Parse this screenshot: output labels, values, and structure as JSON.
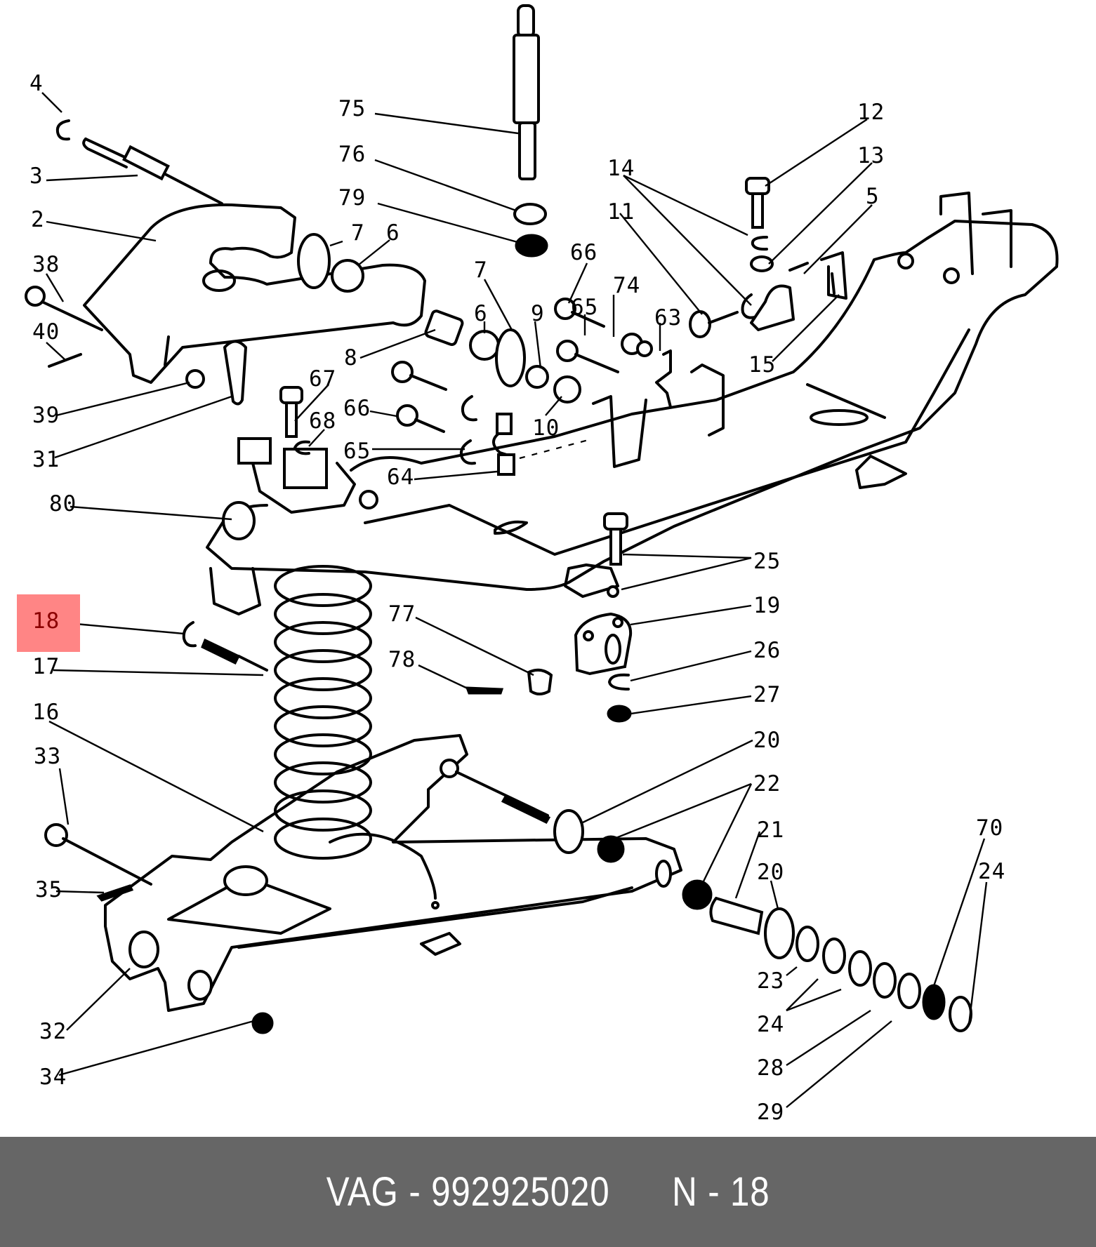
{
  "diagram": {
    "title": "Rear suspension exploded parts diagram",
    "highlighted_part": "18",
    "highlight_color": "#ff8585",
    "highlight_text_color": "#8b0000",
    "labels": [
      {
        "id": "4",
        "text": "4"
      },
      {
        "id": "3",
        "text": "3"
      },
      {
        "id": "2",
        "text": "2"
      },
      {
        "id": "38",
        "text": "38"
      },
      {
        "id": "40",
        "text": "40"
      },
      {
        "id": "39",
        "text": "39"
      },
      {
        "id": "31",
        "text": "31"
      },
      {
        "id": "80",
        "text": "80"
      },
      {
        "id": "18",
        "text": "18"
      },
      {
        "id": "17",
        "text": "17"
      },
      {
        "id": "16",
        "text": "16"
      },
      {
        "id": "33",
        "text": "33"
      },
      {
        "id": "35",
        "text": "35"
      },
      {
        "id": "32",
        "text": "32"
      },
      {
        "id": "34",
        "text": "34"
      },
      {
        "id": "75",
        "text": "75"
      },
      {
        "id": "76",
        "text": "76"
      },
      {
        "id": "79",
        "text": "79"
      },
      {
        "id": "7a",
        "text": "7"
      },
      {
        "id": "6a",
        "text": "6"
      },
      {
        "id": "7b",
        "text": "7"
      },
      {
        "id": "6b",
        "text": "6"
      },
      {
        "id": "8",
        "text": "8"
      },
      {
        "id": "9",
        "text": "9"
      },
      {
        "id": "10",
        "text": "10"
      },
      {
        "id": "67",
        "text": "67"
      },
      {
        "id": "68",
        "text": "68"
      },
      {
        "id": "66a",
        "text": "66"
      },
      {
        "id": "65a",
        "text": "65"
      },
      {
        "id": "64",
        "text": "64"
      },
      {
        "id": "66b",
        "text": "66"
      },
      {
        "id": "65b",
        "text": "65"
      },
      {
        "id": "74",
        "text": "74"
      },
      {
        "id": "63",
        "text": "63"
      },
      {
        "id": "14",
        "text": "14"
      },
      {
        "id": "11",
        "text": "11"
      },
      {
        "id": "12",
        "text": "12"
      },
      {
        "id": "13",
        "text": "13"
      },
      {
        "id": "5",
        "text": "5"
      },
      {
        "id": "15",
        "text": "15"
      },
      {
        "id": "25",
        "text": "25"
      },
      {
        "id": "19",
        "text": "19"
      },
      {
        "id": "26",
        "text": "26"
      },
      {
        "id": "27",
        "text": "27"
      },
      {
        "id": "77",
        "text": "77"
      },
      {
        "id": "78",
        "text": "78"
      },
      {
        "id": "20a",
        "text": "20"
      },
      {
        "id": "22",
        "text": "22"
      },
      {
        "id": "21",
        "text": "21"
      },
      {
        "id": "20b",
        "text": "20"
      },
      {
        "id": "23",
        "text": "23"
      },
      {
        "id": "24a",
        "text": "24"
      },
      {
        "id": "28",
        "text": "28"
      },
      {
        "id": "29",
        "text": "29"
      },
      {
        "id": "70",
        "text": "70"
      },
      {
        "id": "24b",
        "text": "24"
      }
    ]
  },
  "footer": {
    "brand": "VAG",
    "separator": "-",
    "part_number": "992925020",
    "position_prefix": "N",
    "position_number": "18",
    "background_color": "#666666",
    "text_color": "#ffffff"
  }
}
